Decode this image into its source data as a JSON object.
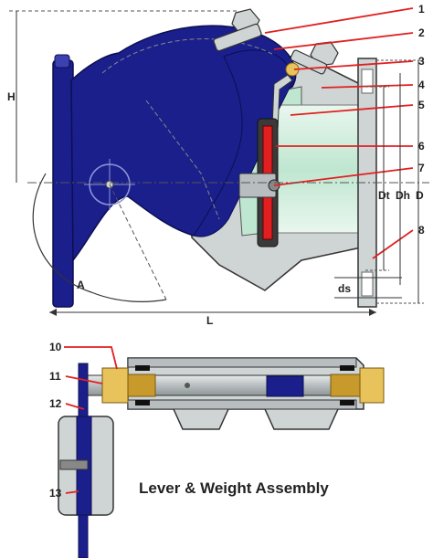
{
  "diagram": {
    "caption": "Lever & Weight Assembly",
    "part_numbers": [
      "1",
      "2",
      "3",
      "4",
      "5",
      "6",
      "7",
      "8",
      "10",
      "11",
      "12",
      "13"
    ],
    "dimensions": {
      "height": "H",
      "length": "L",
      "angle": "A",
      "diameter_t": "Dt",
      "diameter_h": "Dh",
      "diameter": "D",
      "diameter_s": "ds"
    },
    "colors": {
      "body_blue": "#1a1f8c",
      "disc_green": "#c8ecd8",
      "body_gray": "#cfd4d4",
      "leader_red": "#e02020",
      "brass": "#e8c25a",
      "steel": "#b8bec0"
    }
  }
}
